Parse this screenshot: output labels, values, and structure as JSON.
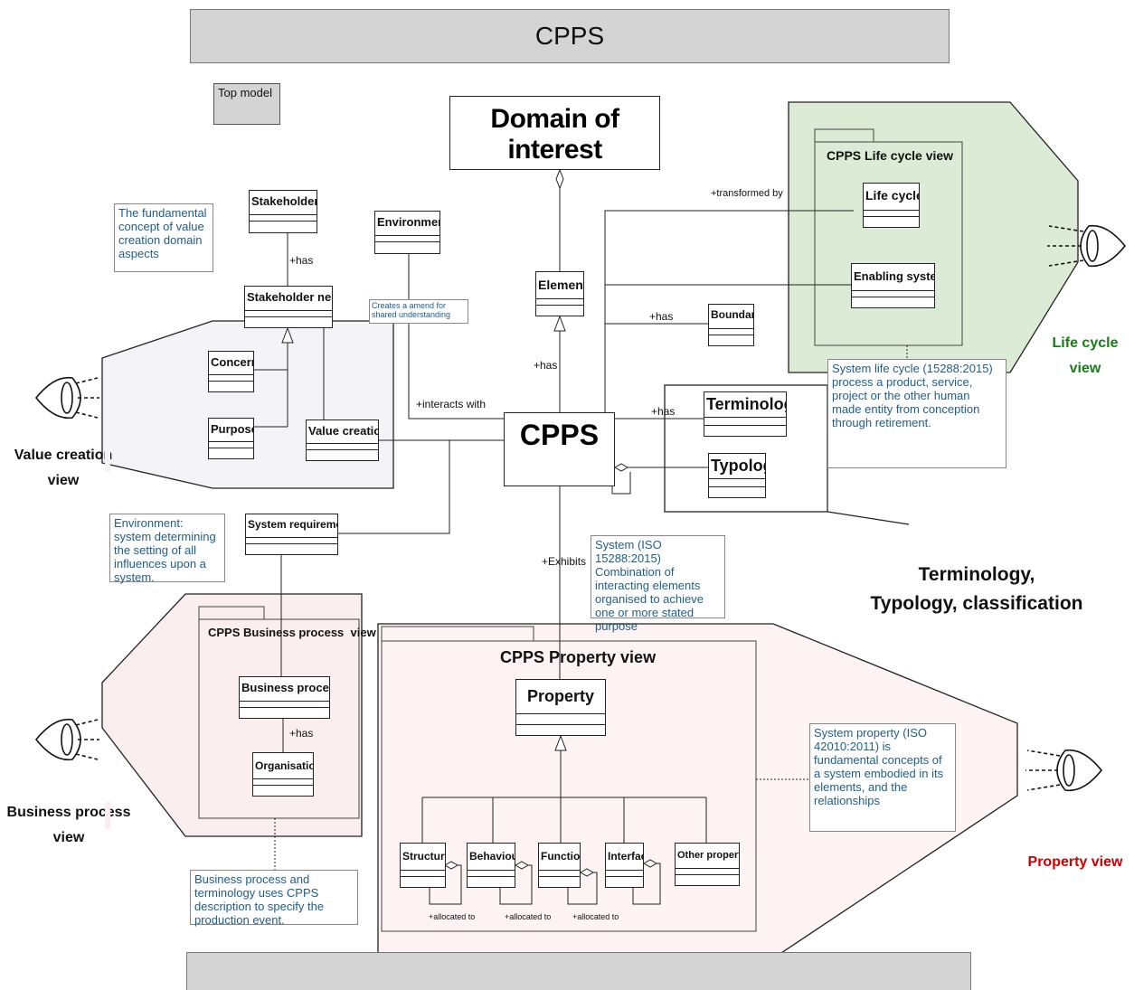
{
  "banner_title": "CPPS",
  "top_model_note": "Top model",
  "boxes": {
    "domain_of_interest": "Domain of interest",
    "element": "Element",
    "cpps": "CPPS",
    "stakeholders": "Stakeholders",
    "environment": "Environment",
    "stakeholder_need": "Stakeholder need",
    "concern": "Concern",
    "purpose": "Purpose",
    "value_creation": "Value creation",
    "boundary": "Boundary",
    "terminology": "Terminology",
    "typology": "Typology",
    "life_cycle": "Life cycle",
    "enabling_system": "Enabling system",
    "system_requirement": "System requirement",
    "business_process": "Business process",
    "organisation": "Organisation",
    "property": "Property",
    "structure": "Structure",
    "behaviour": "Behaviour",
    "function": "Function",
    "interface": "Interface",
    "other_property": "Other property"
  },
  "packages": {
    "life_cycle_view": "CPPS Life cycle view",
    "business_process_view": "CPPS Business process  view",
    "property_view": "CPPS Property view"
  },
  "relations": {
    "stakeholders_has": "+has",
    "element_has": "+has",
    "boundary_has": "+has",
    "terminology_has": "+has",
    "transformed_by": "+transformed by",
    "interacts_with": "+interacts with",
    "exhibits": "+Exhibits",
    "business_has": "+has",
    "allocated_1": "+allocated to",
    "allocated_2": "+allocated to",
    "allocated_3": "+allocated to"
  },
  "notes": {
    "value_concept": "The fundamental concept of value creation domain aspects",
    "environment_shared": "Creates a amend for shared understanding",
    "environment_def": "Environment: system determining the setting of all influences upon a system.",
    "system_def": "System (ISO 15288:2015) Combination of interacting elements organised to achieve one or more stated purpose",
    "lifecycle_def": "System life cycle (15288:2015) process a product, service, project or the other human made entity from conception through retirement.",
    "business_def": "Business process and terminology uses CPPS description to specify the production event.",
    "property_def": "System property (ISO 42010:2011) is fundamental concepts of a system embodied in its elements, and the relationships"
  },
  "view_labels": {
    "value_creation": "Value creation\nview",
    "life_cycle": "Life cycle\nview",
    "business_process": "Business process\nview",
    "property": "Property view",
    "terminology": "Terminology,\nTypology, classification"
  },
  "colors": {
    "life_cycle_label": "#1a7a1a",
    "property_label": "#cc0000",
    "note_text": "#1f5d8a",
    "life_cycle_fill": "#dcebd6",
    "value_fill": "#f4f4f8",
    "business_fill": "#fbeeee",
    "property_fill": "#fdf3f3",
    "banner_fill": "#d4d4d4"
  },
  "icons": [
    "eye-icon"
  ]
}
